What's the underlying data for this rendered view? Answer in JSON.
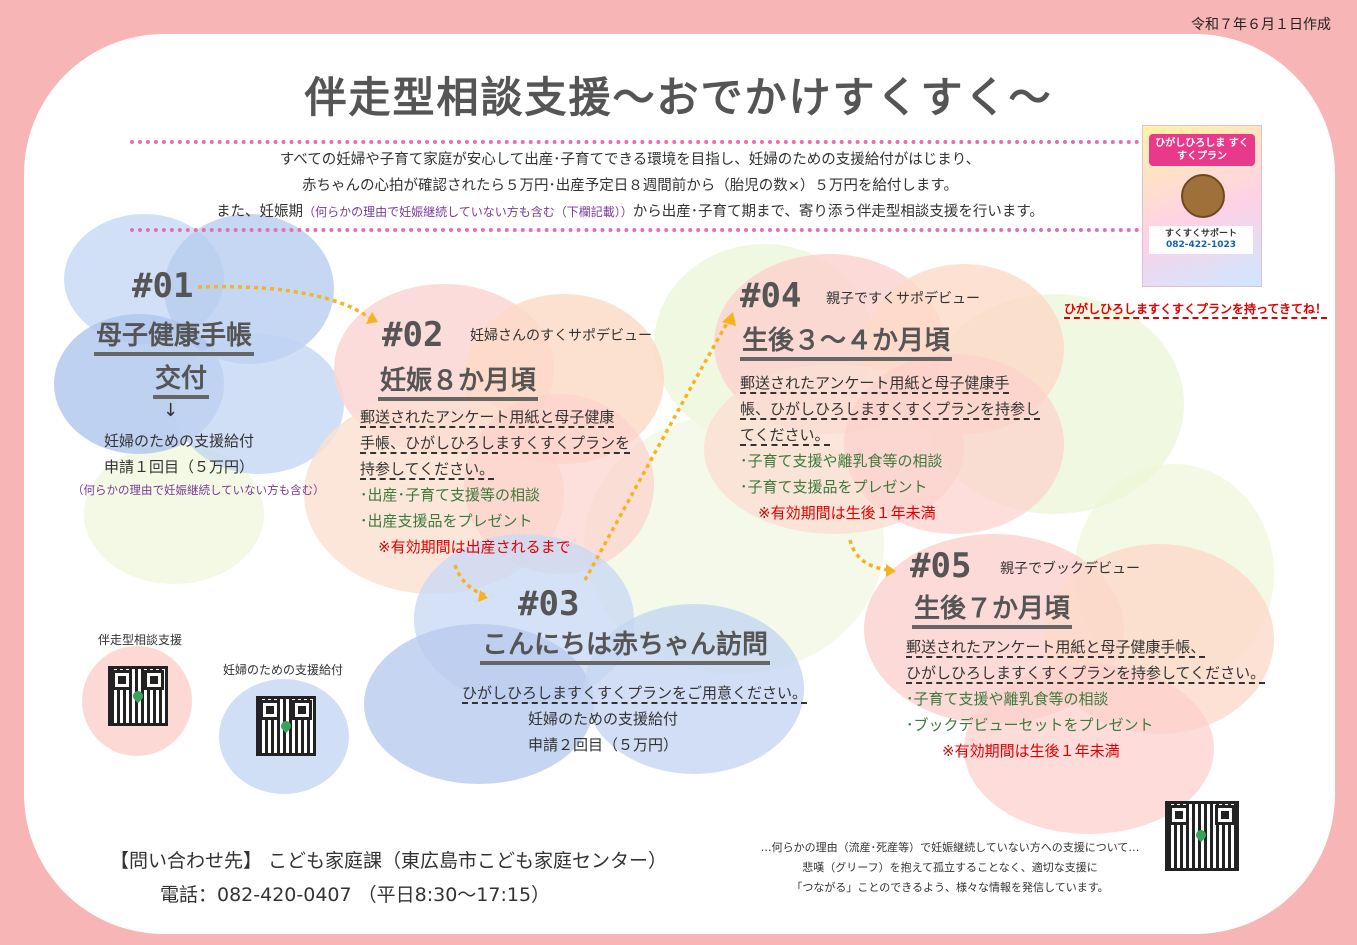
{
  "date": "令和７年６月１日作成",
  "title": "伴走型相談支援～おでかけすくすく～",
  "intro": {
    "line1": "すべての妊婦や子育て家庭が安心して出産･子育てできる環境を目指し、妊婦のための支援給付がはじまり、",
    "line2": "赤ちゃんの心拍が確認されたら５万円･出産予定日８週間前から（胎児の数×）５万円を給付します。",
    "line3a": "また、妊娠期",
    "line3b": "（何らかの理由で妊娠継続していない方も含む（下欄記載））",
    "line3c": "から出産･子育て期まで、寄り添う伴走型相談支援を行います。"
  },
  "booklet": {
    "title": "ひがしひろしま すくすくプラン",
    "caption": "すくすくサポート",
    "phone": "082-422-1023",
    "note": "ひがしひろしますくすくプランを持ってきてね！"
  },
  "steps": {
    "s1": {
      "num": "#01",
      "head1": "母子健康手帳",
      "head2": "交付",
      "arrow": "↓",
      "l1": "妊婦のための支援給付",
      "l2": "申請１回目（５万円）",
      "l3": "（何らかの理由で妊娠継続していない方も含む）"
    },
    "s2": {
      "num": "#02",
      "sub": "妊婦さんのすくサポデビュー",
      "head": "妊娠８か月頃",
      "b1": "郵送されたアンケート用紙と母子健康",
      "b2": "手帳、ひがしひろしますくすくプランを",
      "b3": "持参してください。",
      "g1": "･出産･子育て支援等の相談",
      "g2": "･出産支援品をプレゼント",
      "r1": "※有効期間は出産されるまで"
    },
    "s3": {
      "num": "#03",
      "head": "こんにちは赤ちゃん訪問",
      "b1": "ひがしひろしますくすくプランをご用意ください。",
      "b2": "妊婦のための支援給付",
      "b3": "申請２回目（５万円）"
    },
    "s4": {
      "num": "#04",
      "sub": "親子ですくサポデビュー",
      "head": "生後３～４か月頃",
      "b1": "郵送されたアンケート用紙と母子健康手",
      "b2": "帳、ひがしひろしますくすくプランを持参し",
      "b3": "てください。",
      "g1": "･子育て支援や離乳食等の相談",
      "g2": "･子育て支援品をプレゼント",
      "r1": "※有効期間は生後１年未満"
    },
    "s5": {
      "num": "#05",
      "sub": "親子でブックデビュー",
      "head": "生後７か月頃",
      "b1": "郵送されたアンケート用紙と母子健康手帳、",
      "b2": "ひがしひろしますくすくプランを持参してください。",
      "g1": "･子育て支援や離乳食等の相談",
      "g2": "･ブックデビューセットをプレゼント",
      "r1": "※有効期間は生後１年未満"
    }
  },
  "qr": {
    "label1": "伴走型相談支援",
    "label2": "妊婦のための支援給付"
  },
  "contact": {
    "line1": "【問い合わせ先】 こども家庭課（東広島市こども家庭センター）",
    "line2": "電話：082-420-0407 （平日8:30～17:15）"
  },
  "grief": {
    "l1": "…何らかの理由（流産･死産等）で妊娠継続していない方への支援について…",
    "l2": "悲嘆（グリーフ）を抱えて孤立することなく、適切な支援に",
    "l3": "「つながる」ことのできるよう、様々な情報を発信しています。"
  },
  "colors": {
    "frame": "#f7b5b5",
    "accent_dots": "#e56fb0",
    "arrow": "#f5b31f",
    "red": "#e00000",
    "green": "#3c7a3c"
  }
}
